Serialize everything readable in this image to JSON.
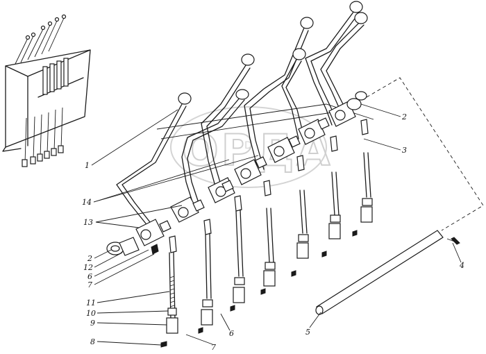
{
  "diagram": {
    "type": "exploded-parts-drawing",
    "watermark": {
      "text": "ОРДА",
      "small": "D"
    },
    "callouts": [
      {
        "id": "c1",
        "text": "1"
      },
      {
        "id": "c2a",
        "text": "2"
      },
      {
        "id": "c3",
        "text": "3"
      },
      {
        "id": "c14",
        "text": "14"
      },
      {
        "id": "c13",
        "text": "13"
      },
      {
        "id": "c2b",
        "text": "2"
      },
      {
        "id": "c12",
        "text": "12"
      },
      {
        "id": "c6a",
        "text": "6"
      },
      {
        "id": "c7a",
        "text": "7"
      },
      {
        "id": "c11",
        "text": "11"
      },
      {
        "id": "c10",
        "text": "10"
      },
      {
        "id": "c9",
        "text": "9"
      },
      {
        "id": "c8",
        "text": "8"
      },
      {
        "id": "c7b",
        "text": "7"
      },
      {
        "id": "c6b",
        "text": "6"
      },
      {
        "id": "c5",
        "text": "5"
      },
      {
        "id": "c4",
        "text": "4"
      }
    ]
  }
}
